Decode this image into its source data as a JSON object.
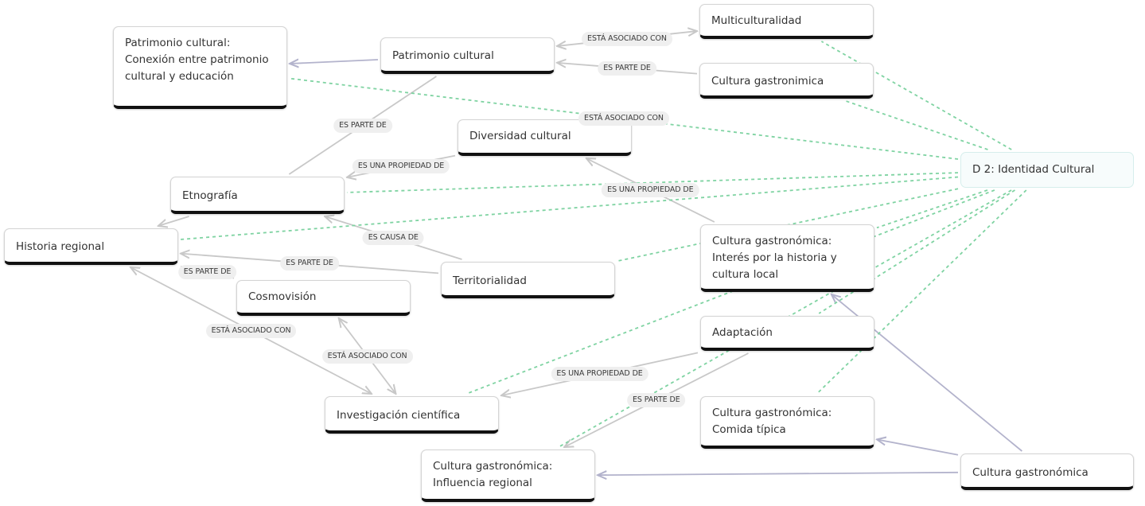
{
  "diagram": {
    "type": "concept-map",
    "colors": {
      "solid_edge": "#c8c8c8",
      "lavender_edge": "#b3b3cc",
      "dashed_edge": "#7fd3a2",
      "node_border": "#d4d4d4",
      "node_bottom_bar": "#111111",
      "root_fill": "#f7fcfc",
      "pill_bg": "#efefef"
    },
    "nodes": [
      {
        "id": "multiculturalidad",
        "label": "Multiculturalidad"
      },
      {
        "id": "patrimonio-educacion",
        "label": "Patrimonio cultural:\nConexión entre patrimonio\ncultural y educación"
      },
      {
        "id": "patrimonio-cultural",
        "label": "Patrimonio cultural"
      },
      {
        "id": "cultura-gastronimica",
        "label": "Cultura gastronimica"
      },
      {
        "id": "diversidad-cultural",
        "label": "Diversidad cultural"
      },
      {
        "id": "identidad-cultural",
        "label": "D 2: Identidad Cultural",
        "root": true
      },
      {
        "id": "etnografia",
        "label": "Etnografía"
      },
      {
        "id": "historia-regional",
        "label": "Historia regional"
      },
      {
        "id": "interes-historia",
        "label": "Cultura gastronómica:\nInterés por la historia y\ncultura local"
      },
      {
        "id": "territorialidad",
        "label": "Territorialidad"
      },
      {
        "id": "cosmovision",
        "label": "Cosmovisión"
      },
      {
        "id": "adaptacion",
        "label": "Adaptación"
      },
      {
        "id": "investigacion-cientifica",
        "label": "Investigación científica"
      },
      {
        "id": "comida-tipica",
        "label": "Cultura gastronómica:\nComida típica"
      },
      {
        "id": "influencia-regional",
        "label": "Cultura gastronómica:\nInfluencia regional"
      },
      {
        "id": "cultura-gastronomica",
        "label": "Cultura gastronómica"
      }
    ],
    "edges": [
      {
        "from": "patrimonio-cultural",
        "to": "multiculturalidad",
        "label": "ESTÁ ASOCIADO CON",
        "style": "solid",
        "bidirectional": true
      },
      {
        "from": "cultura-gastronimica",
        "to": "patrimonio-cultural",
        "label": "ES PARTE DE",
        "style": "solid"
      },
      {
        "from": "patrimonio-cultural",
        "to": "patrimonio-educacion",
        "label": "",
        "style": "lavender"
      },
      {
        "from": "patrimonio-cultural",
        "to": "etnografia",
        "label": "ES PARTE DE",
        "style": "solid",
        "noarrow": true
      },
      {
        "from": "diversidad-cultural",
        "to": "etnografia",
        "label": "ES UNA PROPIEDAD DE",
        "style": "solid"
      },
      {
        "from": "interes-historia",
        "to": "diversidad-cultural",
        "label": "ES UNA PROPIEDAD DE",
        "style": "solid"
      },
      {
        "from": "etnografia",
        "to": "historia-regional",
        "label": "",
        "style": "solid"
      },
      {
        "from": "territorialidad",
        "to": "etnografia",
        "label": "ES CAUSA DE",
        "style": "solid"
      },
      {
        "from": "territorialidad",
        "to": "historia-regional",
        "label": "ES PARTE DE",
        "style": "solid"
      },
      {
        "from": "cosmovision",
        "to": "historia-regional",
        "label": "ES PARTE DE",
        "style": "solid",
        "noarrow": true
      },
      {
        "from": "investigacion-cientifica",
        "to": "historia-regional",
        "label": "ESTÁ ASOCIADO CON",
        "style": "solid",
        "bidirectional": true
      },
      {
        "from": "investigacion-cientifica",
        "to": "cosmovision",
        "label": "ESTÁ ASOCIADO CON",
        "style": "solid",
        "bidirectional": true
      },
      {
        "from": "adaptacion",
        "to": "investigacion-cientifica",
        "label": "ES UNA PROPIEDAD DE",
        "style": "solid"
      },
      {
        "from": "adaptacion",
        "to": "influencia-regional",
        "label": "ES PARTE DE",
        "style": "solid"
      },
      {
        "from": "cultura-gastronomica",
        "to": "interes-historia",
        "label": "",
        "style": "lavender"
      },
      {
        "from": "cultura-gastronomica",
        "to": "comida-tipica",
        "label": "",
        "style": "lavender"
      },
      {
        "from": "cultura-gastronomica",
        "to": "influencia-regional",
        "label": "",
        "style": "lavender"
      },
      {
        "from": "identidad-cultural",
        "to": "multiculturalidad",
        "label": "",
        "style": "dashed"
      },
      {
        "from": "identidad-cultural",
        "to": "cultura-gastronimica",
        "label": "",
        "style": "dashed"
      },
      {
        "from": "identidad-cultural",
        "to": "patrimonio-educacion",
        "label": "ESTÁ ASOCIADO CON",
        "style": "dashed"
      },
      {
        "from": "identidad-cultural",
        "to": "etnografia",
        "label": "",
        "style": "dashed"
      },
      {
        "from": "identidad-cultural",
        "to": "historia-regional",
        "label": "",
        "style": "dashed"
      },
      {
        "from": "identidad-cultural",
        "to": "territorialidad",
        "label": "",
        "style": "dashed"
      },
      {
        "from": "identidad-cultural",
        "to": "interes-historia",
        "label": "",
        "style": "dashed"
      },
      {
        "from": "identidad-cultural",
        "to": "investigacion-cientifica",
        "label": "",
        "style": "dashed"
      },
      {
        "from": "identidad-cultural",
        "to": "adaptacion",
        "label": "",
        "style": "dashed"
      },
      {
        "from": "identidad-cultural",
        "to": "influencia-regional",
        "label": "",
        "style": "dashed"
      },
      {
        "from": "identidad-cultural",
        "to": "comida-tipica",
        "label": "",
        "style": "dashed"
      }
    ]
  }
}
